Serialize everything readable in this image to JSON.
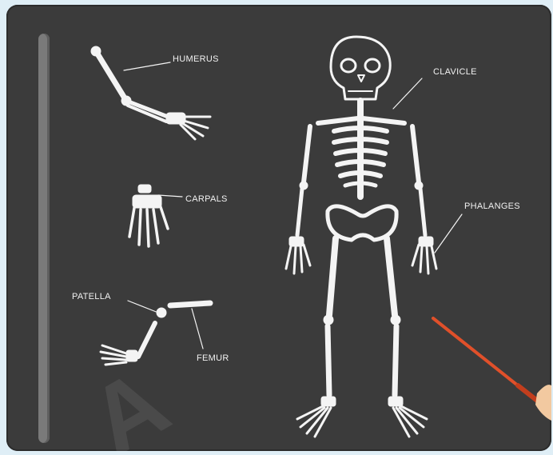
{
  "labels": {
    "humerus": "HUMERUS",
    "clavicle": "CLAVICLE",
    "carpals": "CARPALS",
    "phalanges": "PHALANGES",
    "patella": "PATELLA",
    "femur": "FEMUR"
  },
  "colors": {
    "board": "#3b3b3b",
    "chalk": "#f4f4f4",
    "pointer": "#e0502a",
    "background": "#dfeef6"
  },
  "icons": {
    "skeleton": "skeleton-illustration",
    "pointer": "teacher-pointer-stick",
    "watermark": "faint-logo-watermark"
  }
}
